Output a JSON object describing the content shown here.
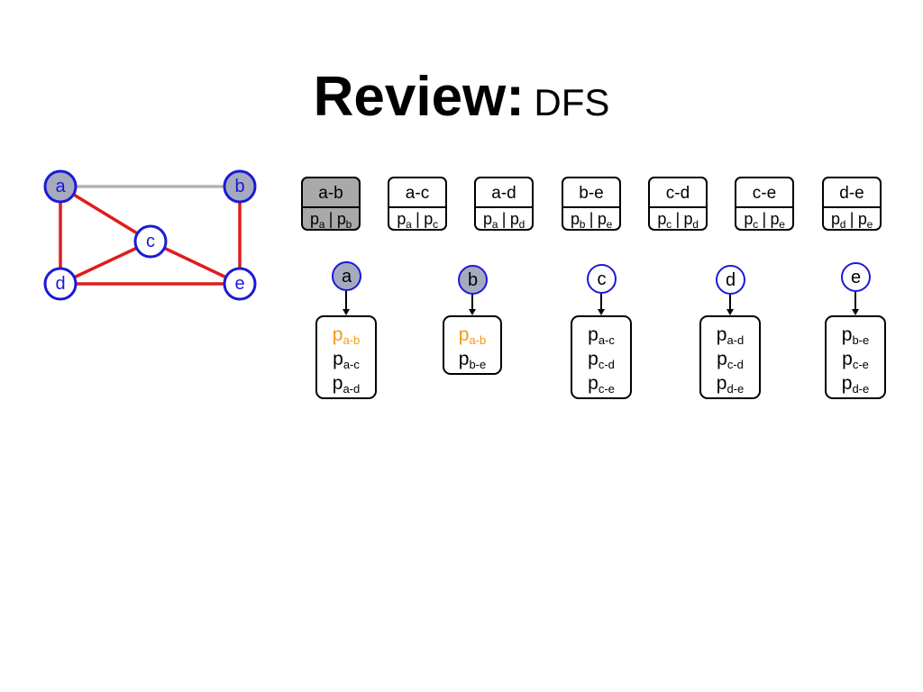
{
  "title": {
    "main": "Review:",
    "sub": "DFS"
  },
  "graph": {
    "nodes": [
      {
        "id": "a",
        "label": "a",
        "visited": true
      },
      {
        "id": "b",
        "label": "b",
        "visited": true
      },
      {
        "id": "c",
        "label": "c",
        "visited": false
      },
      {
        "id": "d",
        "label": "d",
        "visited": false
      },
      {
        "id": "e",
        "label": "e",
        "visited": false
      }
    ],
    "edges": [
      {
        "from": "a",
        "to": "b",
        "status": "visited"
      },
      {
        "from": "a",
        "to": "c",
        "status": "unvisited"
      },
      {
        "from": "a",
        "to": "d",
        "status": "unvisited"
      },
      {
        "from": "b",
        "to": "e",
        "status": "unvisited"
      },
      {
        "from": "c",
        "to": "d",
        "status": "unvisited"
      },
      {
        "from": "c",
        "to": "e",
        "status": "unvisited"
      },
      {
        "from": "d",
        "to": "e",
        "status": "unvisited"
      }
    ],
    "colors": {
      "unvisited_edge": "#e01c1c",
      "visited_edge": "#b3b3b3",
      "node_border": "#1a1ad6",
      "visited_node": "#a6aabf"
    }
  },
  "edge_list": [
    {
      "name": "a-b",
      "p1": "p",
      "s1": "a",
      "sep": "|",
      "p2": "p",
      "s2": "b",
      "selected": true
    },
    {
      "name": "a-c",
      "p1": "p",
      "s1": "a",
      "sep": "|",
      "p2": "p",
      "s2": "c",
      "selected": false
    },
    {
      "name": "a-d",
      "p1": "p",
      "s1": "a",
      "sep": "|",
      "p2": "p",
      "s2": "d",
      "selected": false
    },
    {
      "name": "b-e",
      "p1": "p",
      "s1": "b",
      "sep": "|",
      "p2": "p",
      "s2": "e",
      "selected": false
    },
    {
      "name": "c-d",
      "p1": "p",
      "s1": "c",
      "sep": "|",
      "p2": "p",
      "s2": "d",
      "selected": false
    },
    {
      "name": "c-e",
      "p1": "p",
      "s1": "c",
      "sep": "|",
      "p2": "p",
      "s2": "e",
      "selected": false
    },
    {
      "name": "d-e",
      "p1": "p",
      "s1": "d",
      "sep": "|",
      "p2": "p",
      "s2": "e",
      "selected": false
    }
  ],
  "vertex_list": [
    {
      "label": "a",
      "visited": true,
      "items": [
        {
          "p": "p",
          "sub": "a-b",
          "highlight": true
        },
        {
          "p": "p",
          "sub": "a-c",
          "highlight": false
        },
        {
          "p": "p",
          "sub": "a-d",
          "highlight": false
        }
      ]
    },
    {
      "label": "b",
      "visited": true,
      "items": [
        {
          "p": "p",
          "sub": "a-b",
          "highlight": true
        },
        {
          "p": "p",
          "sub": "b-e",
          "highlight": false
        }
      ]
    },
    {
      "label": "c",
      "visited": false,
      "items": [
        {
          "p": "p",
          "sub": "a-c",
          "highlight": false
        },
        {
          "p": "p",
          "sub": "c-d",
          "highlight": false
        },
        {
          "p": "p",
          "sub": "c-e",
          "highlight": false
        }
      ]
    },
    {
      "label": "d",
      "visited": false,
      "items": [
        {
          "p": "p",
          "sub": "a-d",
          "highlight": false
        },
        {
          "p": "p",
          "sub": "c-d",
          "highlight": false
        },
        {
          "p": "p",
          "sub": "d-e",
          "highlight": false
        }
      ]
    },
    {
      "label": "e",
      "visited": false,
      "items": [
        {
          "p": "p",
          "sub": "b-e",
          "highlight": false
        },
        {
          "p": "p",
          "sub": "c-e",
          "highlight": false
        },
        {
          "p": "p",
          "sub": "d-e",
          "highlight": false
        }
      ]
    }
  ],
  "highlight_color": "#f09a14"
}
